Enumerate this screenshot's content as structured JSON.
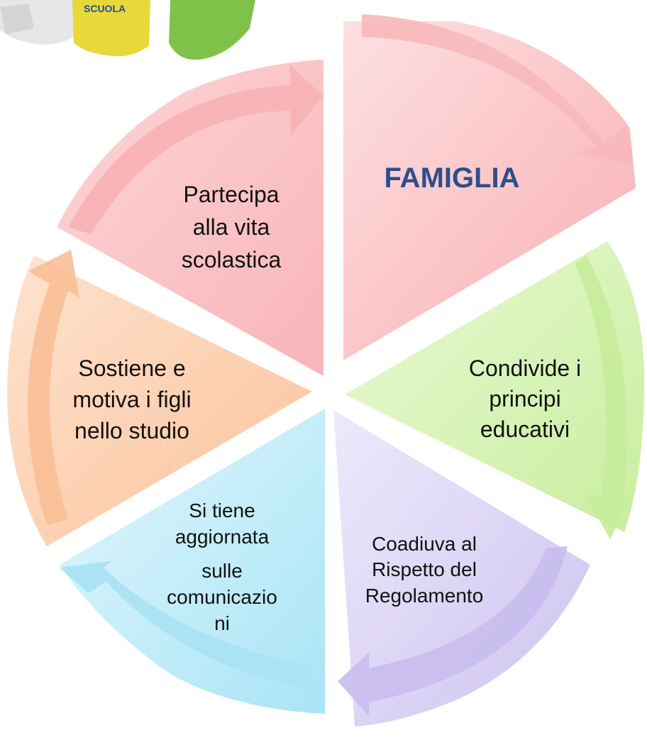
{
  "logo": {
    "puzzle_label": "SCUOLA"
  },
  "center_title": "FAMIGLIA",
  "segments": [
    {
      "id": "condivide",
      "lines": [
        "Condivide  i",
        "principi",
        "educativi"
      ],
      "color": "#ccf0a6"
    },
    {
      "id": "coadiuva",
      "lines": [
        "Coadiuva al",
        "Rispetto  del",
        "Regolamento"
      ],
      "color": "#d3cbf2"
    },
    {
      "id": "aggiornata",
      "lines": [
        "Si tiene",
        "aggiornata",
        "sulle",
        "comunicazio",
        "ni"
      ],
      "color": "#b5eaf8"
    },
    {
      "id": "sostiene",
      "lines": [
        "Sostiene e",
        "motiva i figli",
        "nello studio"
      ],
      "color": "#fcc9a2"
    },
    {
      "id": "partecipa",
      "lines": [
        "Partecipa",
        "alla vita",
        "scolastica"
      ],
      "color": "#fab3b6"
    }
  ],
  "colors": {
    "famiglia_segment": "#fbb9bc",
    "title_text": "#2b4f8c",
    "body_text": "#111111"
  }
}
